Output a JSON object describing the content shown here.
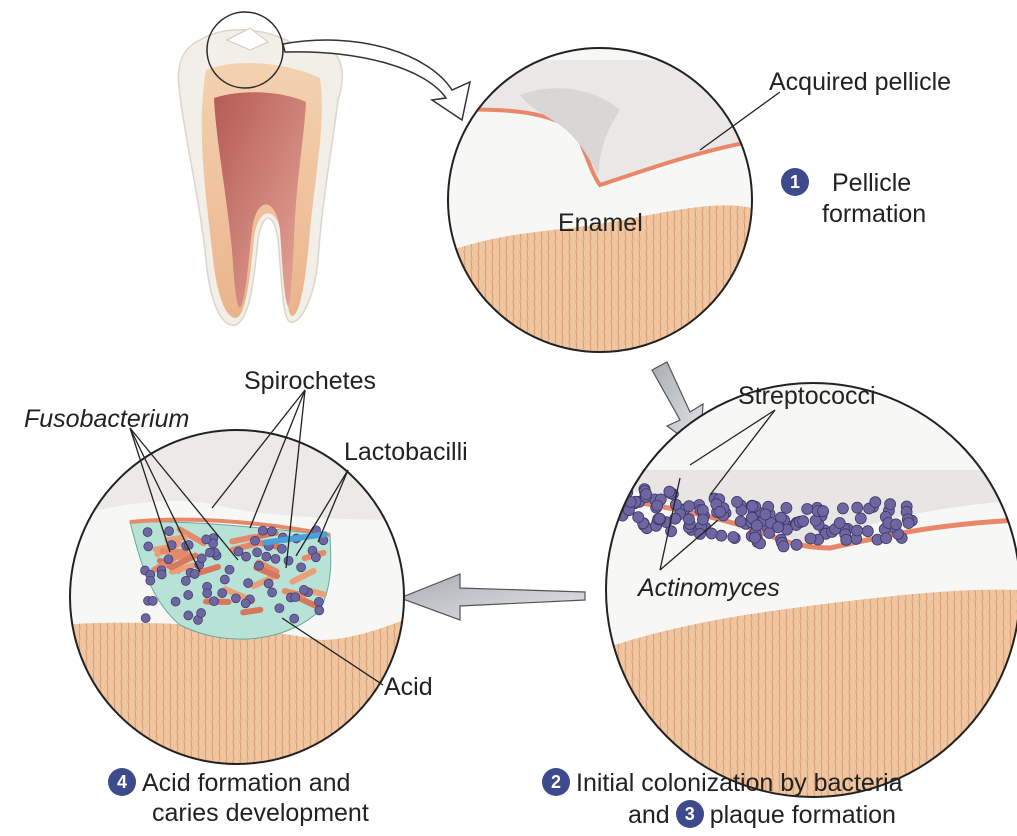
{
  "labels": {
    "acquired_pellicle": "Acquired pellicle",
    "enamel": "Enamel",
    "spirochetes": "Spirochetes",
    "fusobacterium": "Fusobacterium",
    "lactobacilli": "Lactobacilli",
    "acid": "Acid",
    "streptococci": "Streptococci",
    "actinomyces": "Actinomyces"
  },
  "steps": {
    "s1_num": "1",
    "s1_line1": "Pellicle",
    "s1_line2": "formation",
    "s2_num": "2",
    "s2_line1": "Initial colonization by bacteria",
    "s2_line2a": "and",
    "s3_num": "3",
    "s2_line2b": "plaque formation",
    "s4_num": "4",
    "s4_line1": "Acid formation and",
    "s4_line2": "caries development"
  },
  "colors": {
    "enamel_fill": "#f6f6f4",
    "dentin": "#f0c9a4",
    "dentin_stripe": "#d9a27c",
    "pulp": "#c97a70",
    "pellicle": "#e8876a",
    "bacteria": "#6e66a0",
    "badge": "#3d4a8c",
    "arrow": "#bfc3c7"
  }
}
